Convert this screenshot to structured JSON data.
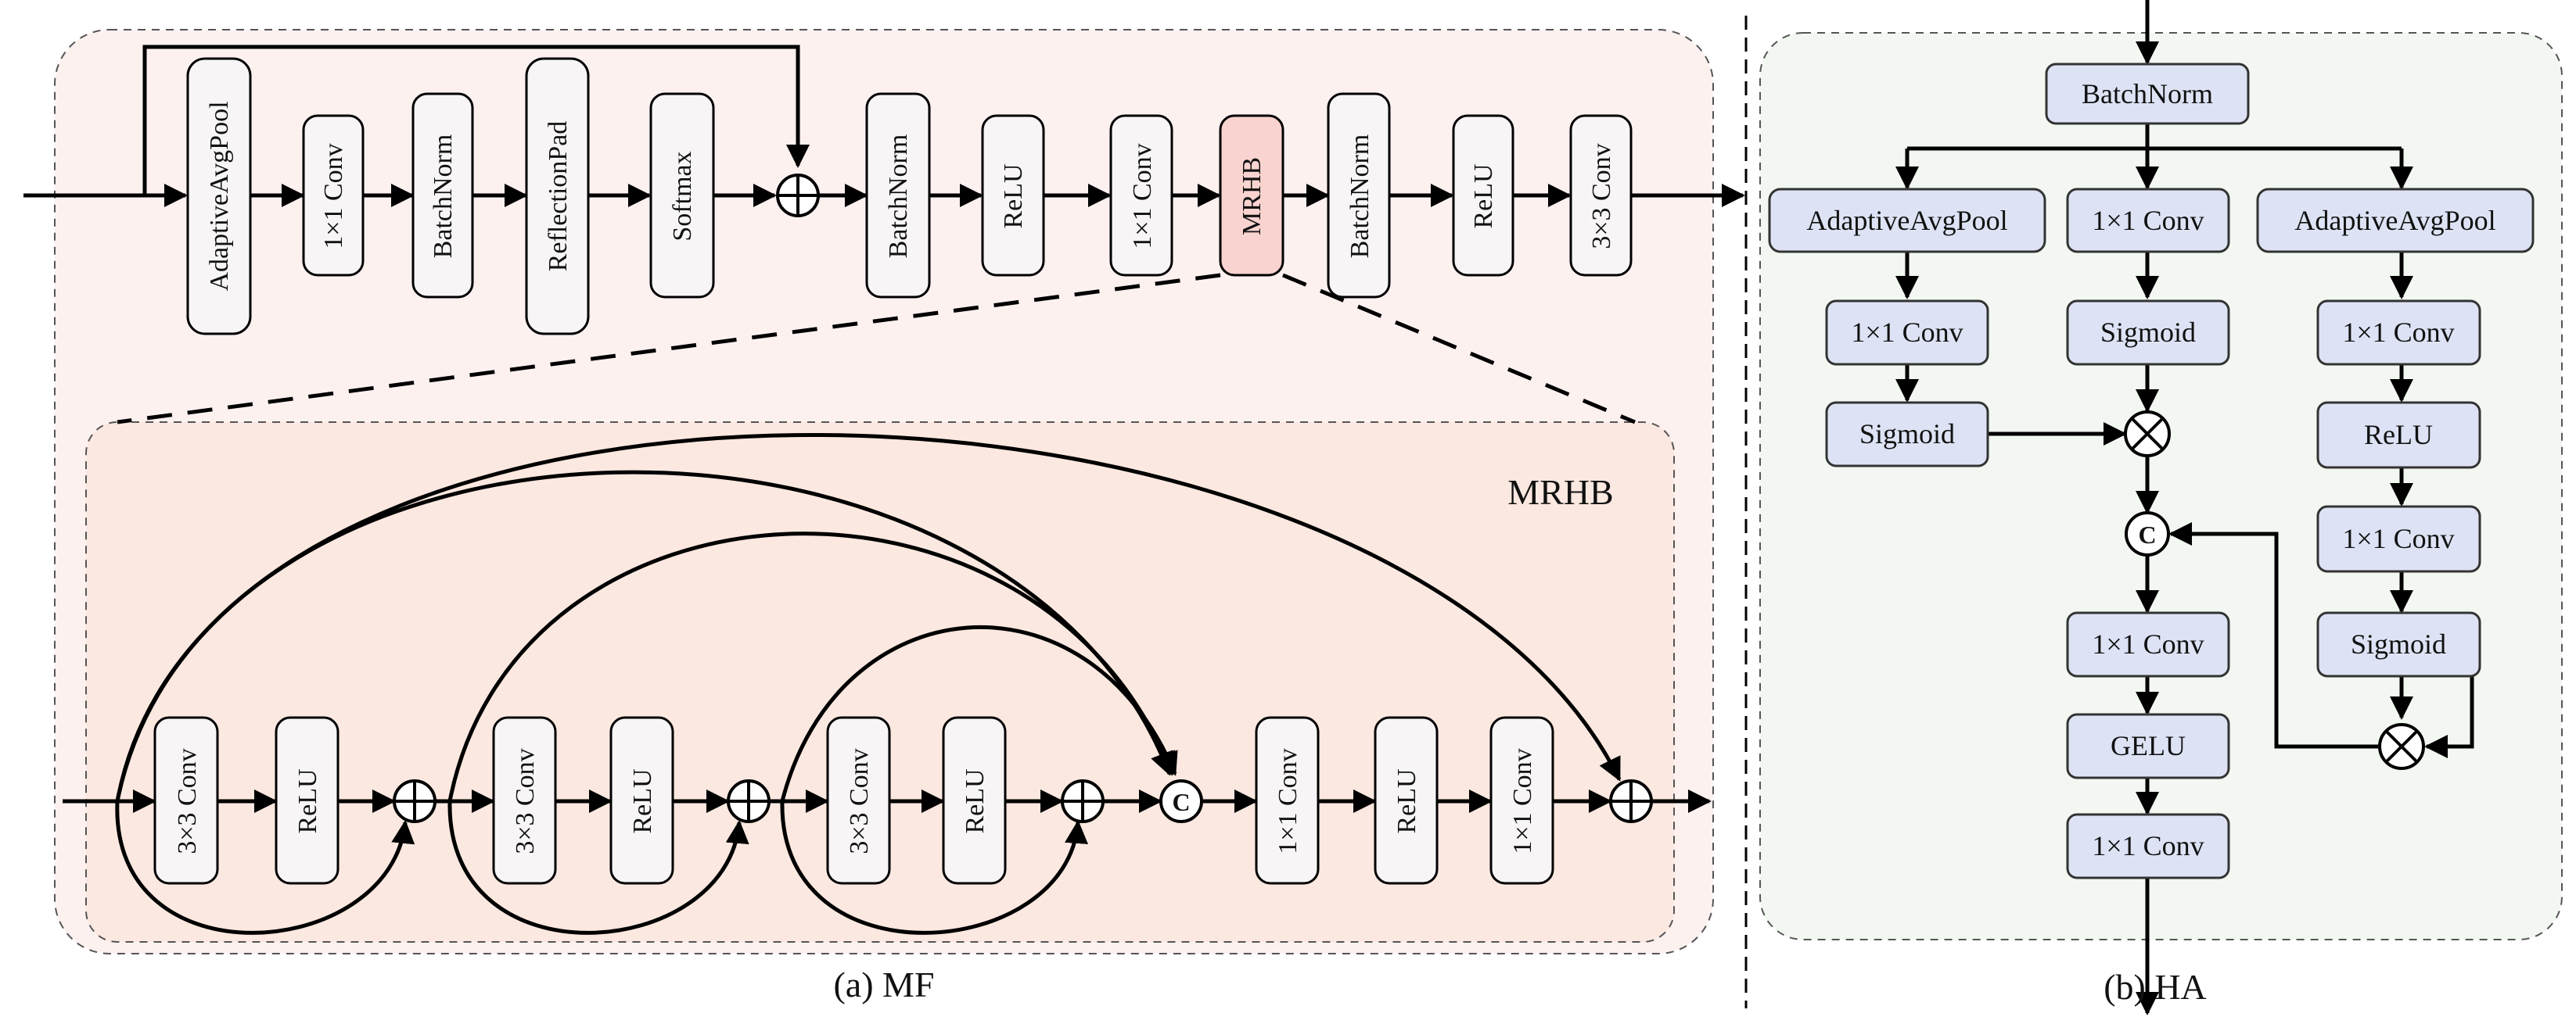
{
  "diagram": {
    "colors": {
      "panel_a_fill": "#fdf1f0",
      "mrhb_fill": "#fbe8e0",
      "panel_b_fill": "#f2f8f1",
      "block_fill": "#f7f5f5",
      "highlight_fill": "#f9d3cf",
      "ha_block_fill": "#dde3f4",
      "ha_block_stroke": "#333333",
      "stroke": "#000000"
    },
    "panel_a": {
      "caption": "(a) MF",
      "top_row": [
        "AdaptiveAvgPool",
        "1×1 Conv",
        "BatchNorm",
        "ReflectionPad",
        "Softmax",
        "BatchNorm",
        "ReLU",
        "1×1 Conv",
        "MRHB",
        "BatchNorm",
        "ReLU",
        "3×3 Conv"
      ],
      "mrhb": {
        "title": "MRHB",
        "blocks": [
          "3×3 Conv",
          "ReLU",
          "3×3 Conv",
          "ReLU",
          "3×3 Conv",
          "ReLU",
          "1×1 Conv",
          "ReLU",
          "1×1 Conv"
        ],
        "concat_symbol": "C"
      }
    },
    "panel_b": {
      "caption": "(b) HA",
      "batchnorm": "BatchNorm",
      "left_branch": [
        "AdaptiveAvgPool",
        "1×1 Conv",
        "Sigmoid"
      ],
      "middle_branch": [
        "1×1 Conv",
        "Sigmoid"
      ],
      "right_branch": [
        "AdaptiveAvgPool",
        "1×1 Conv",
        "ReLU",
        "1×1 Conv",
        "Sigmoid"
      ],
      "concat_symbol": "C",
      "tail": [
        "1×1 Conv",
        "GELU",
        "1×1 Conv"
      ]
    }
  }
}
